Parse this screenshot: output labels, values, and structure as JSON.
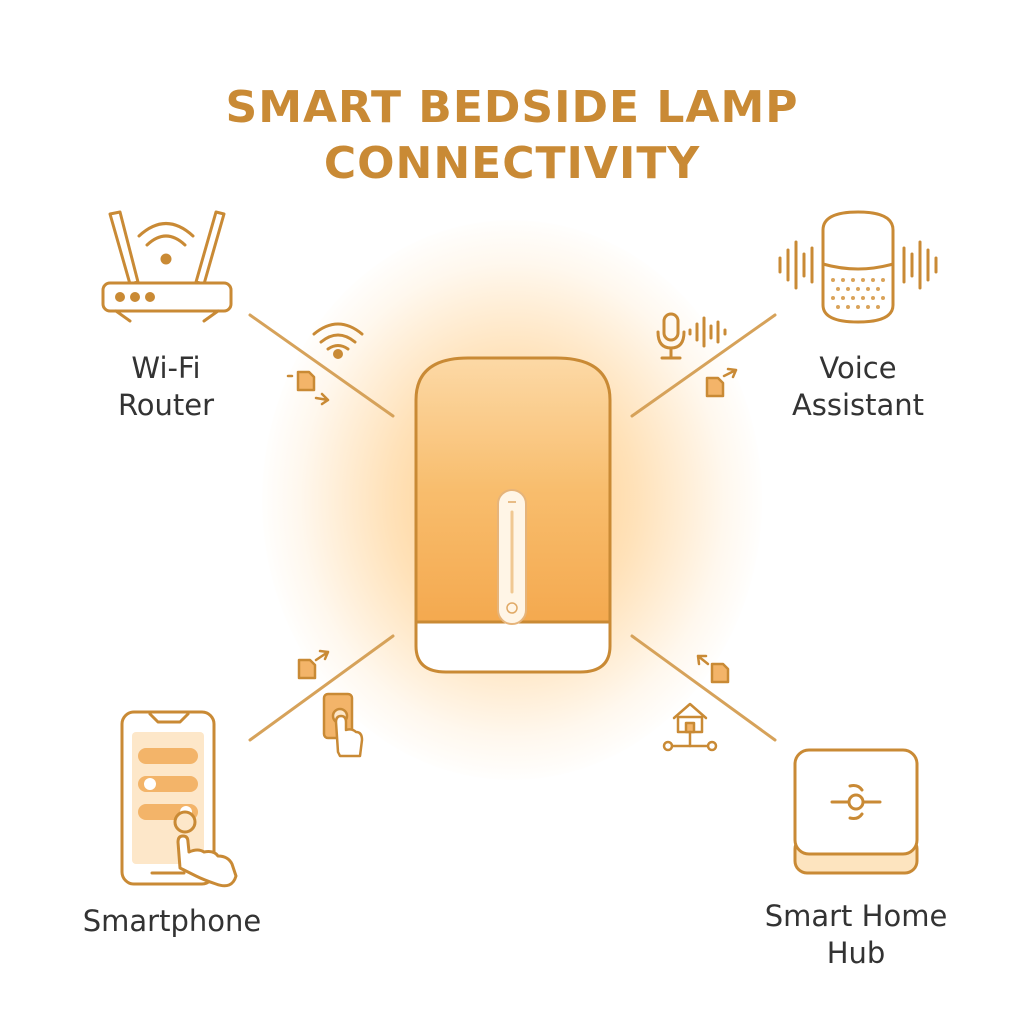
{
  "title": {
    "line1": "SMART BEDSIDE LAMP",
    "line2": "CONNECTIVITY"
  },
  "nodes": {
    "router": {
      "line1": "Wi-Fi",
      "line2": "Router"
    },
    "voice": {
      "line1": "Voice",
      "line2": "Assistant"
    },
    "phone": {
      "line1": "Smartphone"
    },
    "hub": {
      "line1": "Smart Home",
      "line2": "Hub"
    }
  },
  "colors": {
    "accent": "#c98a35",
    "line": "#d6a25a",
    "lamp_body": "#f7b968",
    "lamp_base": "#ffffff",
    "text": "#333333"
  },
  "icons": [
    "router-icon",
    "smart-speaker-icon",
    "smartphone-icon",
    "hub-icon",
    "wifi-icon",
    "microphone-icon",
    "data-transfer-icon",
    "touch-icon",
    "home-network-icon",
    "lamp-icon"
  ]
}
